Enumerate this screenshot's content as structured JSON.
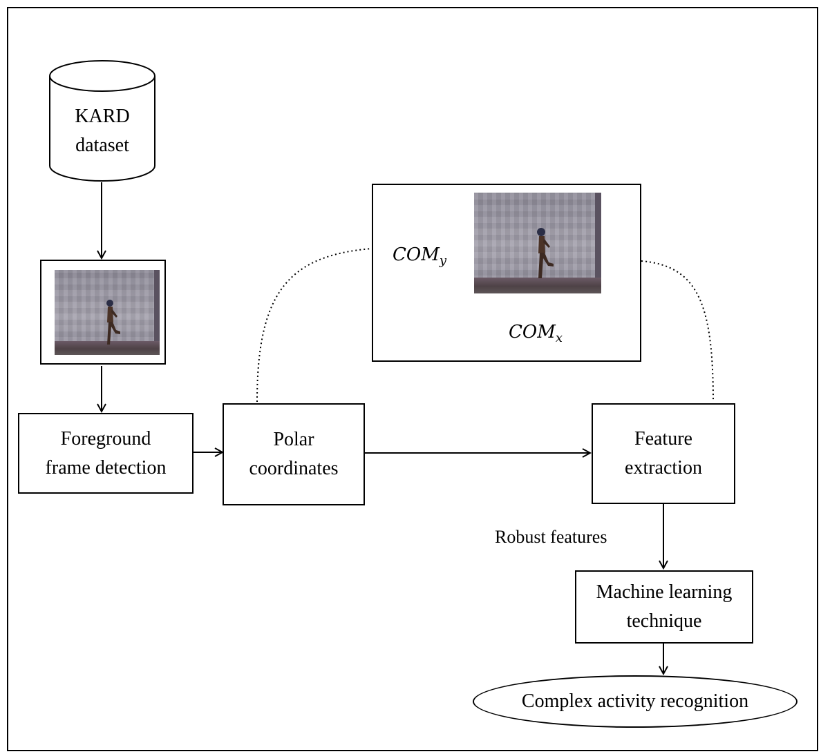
{
  "diagram": {
    "source": {
      "label": "KARD\ndataset"
    },
    "nodes": {
      "foreground": "Foreground\nframe detection",
      "polar": "Polar\ncoordinates",
      "feature": "Feature\nextraction",
      "ml": "Machine learning\ntechnique",
      "output": "Complex activity recognition"
    },
    "axis_labels": {
      "com_y_base": "COM",
      "com_y_sub": "y",
      "com_x_base": "COM",
      "com_x_sub": "x"
    },
    "edge_labels": {
      "robust": "Robust features"
    }
  }
}
